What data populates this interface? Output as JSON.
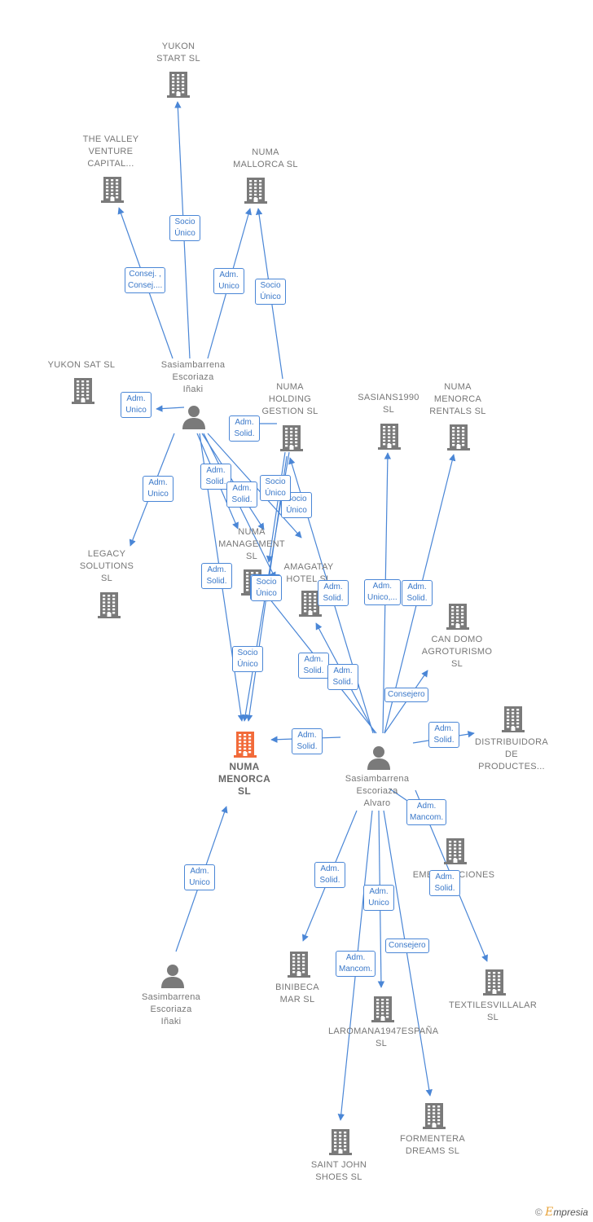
{
  "colors": {
    "edge": "#4a86d6",
    "building": "#7a7a7a",
    "focus": "#f26b3a",
    "person": "#7a7a7a"
  },
  "nodes": [
    {
      "id": "yukon_start",
      "kind": "company",
      "label": "YUKON\nSTART  SL"
    },
    {
      "id": "valley",
      "kind": "company",
      "label": "THE VALLEY\nVENTURE\nCAPITAL..."
    },
    {
      "id": "numa_mallorca",
      "kind": "company",
      "label": "NUMA\nMALLORCA  SL"
    },
    {
      "id": "yukon_sat",
      "kind": "company",
      "label": "YUKON SAT  SL"
    },
    {
      "id": "sas_inaki",
      "kind": "person",
      "label": "Sasiambarrena\nEscoriaza\nIñaki"
    },
    {
      "id": "numa_holding",
      "kind": "company",
      "label": "NUMA\nHOLDING\nGESTION  SL"
    },
    {
      "id": "sasians1990",
      "kind": "company",
      "label": "SASIANS1990\nSL"
    },
    {
      "id": "numa_menorca_rentals",
      "kind": "company",
      "label": "NUMA\nMENORCA\nRENTALS  SL"
    },
    {
      "id": "legacy",
      "kind": "company",
      "label": "LEGACY\nSOLUTIONS\nSL"
    },
    {
      "id": "numa_management",
      "kind": "company",
      "label": "NUMA\nMANAGEMENT\nSL"
    },
    {
      "id": "amagatay",
      "kind": "company",
      "label": "AMAGATAY\nHOTEL  SL"
    },
    {
      "id": "can_domo",
      "kind": "company",
      "label": "CAN DOMO\nAGROTURISMO\nSL"
    },
    {
      "id": "numa_menorca",
      "kind": "focus",
      "label": "NUMA\nMENORCA\nSL"
    },
    {
      "id": "sas_alvaro",
      "kind": "person",
      "label": "Sasiambarrena\nEscoriaza\nAlvaro"
    },
    {
      "id": "distribuidora",
      "kind": "company",
      "label": "DISTRIBUIDORA\nDE\nPRODUCTES..."
    },
    {
      "id": "emb",
      "kind": "company",
      "label": "EMBARCACIONES\nSL"
    },
    {
      "id": "sasim_inaki",
      "kind": "person",
      "label": "Sasimbarrena\nEscoriaza\nIñaki"
    },
    {
      "id": "binibeca",
      "kind": "company",
      "label": "BINIBECA\nMAR  SL"
    },
    {
      "id": "laromana",
      "kind": "company",
      "label": "LAROMANA1947ESPAÑA\nSL"
    },
    {
      "id": "textiles",
      "kind": "company",
      "label": "TEXTILESVILLALAR\nSL"
    },
    {
      "id": "saint_john",
      "kind": "company",
      "label": "SAINT JOHN\nSHOES SL"
    },
    {
      "id": "formentera",
      "kind": "company",
      "label": "FORMENTERA\nDREAMS  SL"
    }
  ],
  "edges": [
    {
      "label": "Socio\nÚnico"
    },
    {
      "label": "Consej. ,\nConsej...."
    },
    {
      "label": "Adm.\nUnico"
    },
    {
      "label": "Socio\nÚnico"
    },
    {
      "label": "Adm.\nUnico"
    },
    {
      "label": "Adm.\nUnico"
    },
    {
      "label": "Adm.\nSolid."
    },
    {
      "label": "Adm.\nSolid."
    },
    {
      "label": "Adm.\nSolid."
    },
    {
      "label": "Socio\nÚnico"
    },
    {
      "label": "Socio\nÚnico"
    },
    {
      "label": "Adm.\nSolid."
    },
    {
      "label": "Socio\nÚnico"
    },
    {
      "label": "Socio\nÚnico"
    },
    {
      "label": "Socio\nÚnico"
    },
    {
      "label": "Adm.\nSolid."
    },
    {
      "label": "Adm.\nUnico,..."
    },
    {
      "label": "Adm.\nSolid."
    },
    {
      "label": "Adm.\nSolid."
    },
    {
      "label": "Adm.\nSolid."
    },
    {
      "label": "Consejero"
    },
    {
      "label": "Adm.\nSolid."
    },
    {
      "label": "Adm.\nSolid."
    },
    {
      "label": "Adm.\nMancom."
    },
    {
      "label": "Adm.\nSolid."
    },
    {
      "label": "Adm.\nSolid."
    },
    {
      "label": "Adm.\nUnico"
    },
    {
      "label": "Adm.\nMancom."
    },
    {
      "label": "Consejero"
    },
    {
      "label": "Adm.\nUnico"
    }
  ],
  "brand": {
    "copyright": "©",
    "initial": "E",
    "rest": "mpresia"
  }
}
